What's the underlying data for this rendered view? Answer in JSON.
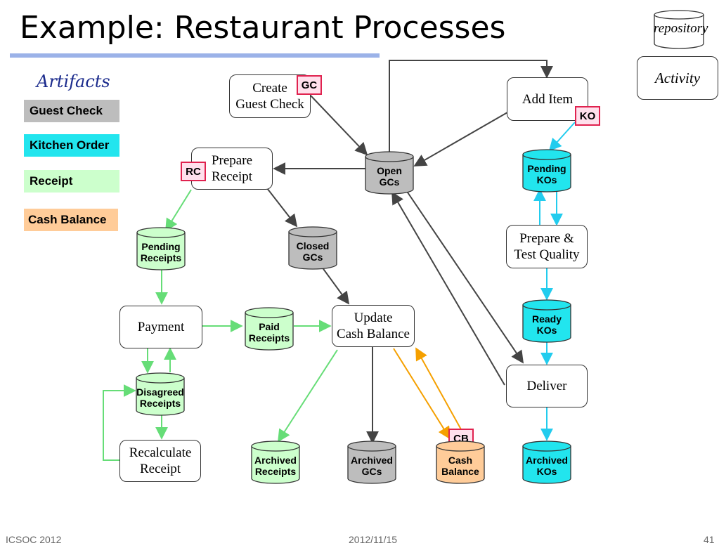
{
  "title": "Example: Restaurant Processes",
  "legend": {
    "heading": "Artifacts",
    "items": [
      "Guest Check",
      "Kitchen Order",
      "Receipt",
      "Cash Balance"
    ],
    "repository_label": "repository",
    "activity_label": "Activity"
  },
  "activities": {
    "create_guest_check": "Create\nGuest Check",
    "add_item": "Add Item",
    "prepare_receipt": "Prepare\nReceipt",
    "prepare_test_quality": "Prepare &\nTest Quality",
    "payment": "Payment",
    "update_cash_balance": "Update\nCash Balance",
    "deliver": "Deliver",
    "recalculate_receipt": "Recalculate\nReceipt"
  },
  "repositories": {
    "open_gcs": "Open\nGCs",
    "pending_kos": "Pending\nKOs",
    "pending_receipts": "Pending\nReceipts",
    "closed_gcs": "Closed\nGCs",
    "ready_kos": "Ready\nKOs",
    "paid_receipts": "Paid\nReceipts",
    "disagreed_receipts": "Disagreed\nReceipts",
    "archived_receipts": "Archived\nReceipts",
    "archived_gcs": "Archived\nGCs",
    "cash_balance": "Cash\nBalance",
    "archived_kos": "Archived\nKOs"
  },
  "tags": {
    "gc": "GC",
    "ko": "KO",
    "rc": "RC",
    "cb": "CB"
  },
  "colors": {
    "guest_check": "#bdbdbd",
    "kitchen_order": "#22e5ee",
    "receipt": "#ccffcc",
    "cash_balance": "#ffcc99",
    "arrow_dark": "#444444",
    "arrow_green": "#66dd77",
    "arrow_cyan": "#22ccee",
    "arrow_orange": "#f5a000"
  },
  "footer": {
    "left": "ICSOC 2012",
    "center": "2012/11/15",
    "right": "41"
  }
}
